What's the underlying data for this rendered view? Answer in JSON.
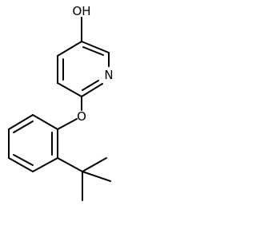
{
  "molecule": {
    "labels": {
      "hydroxyl": "OH",
      "ring_nitrogen": "N",
      "ether_oxygen": "O"
    }
  },
  "colors": {
    "bond": "#000000",
    "label": "#000000",
    "background": "#ffffff"
  }
}
